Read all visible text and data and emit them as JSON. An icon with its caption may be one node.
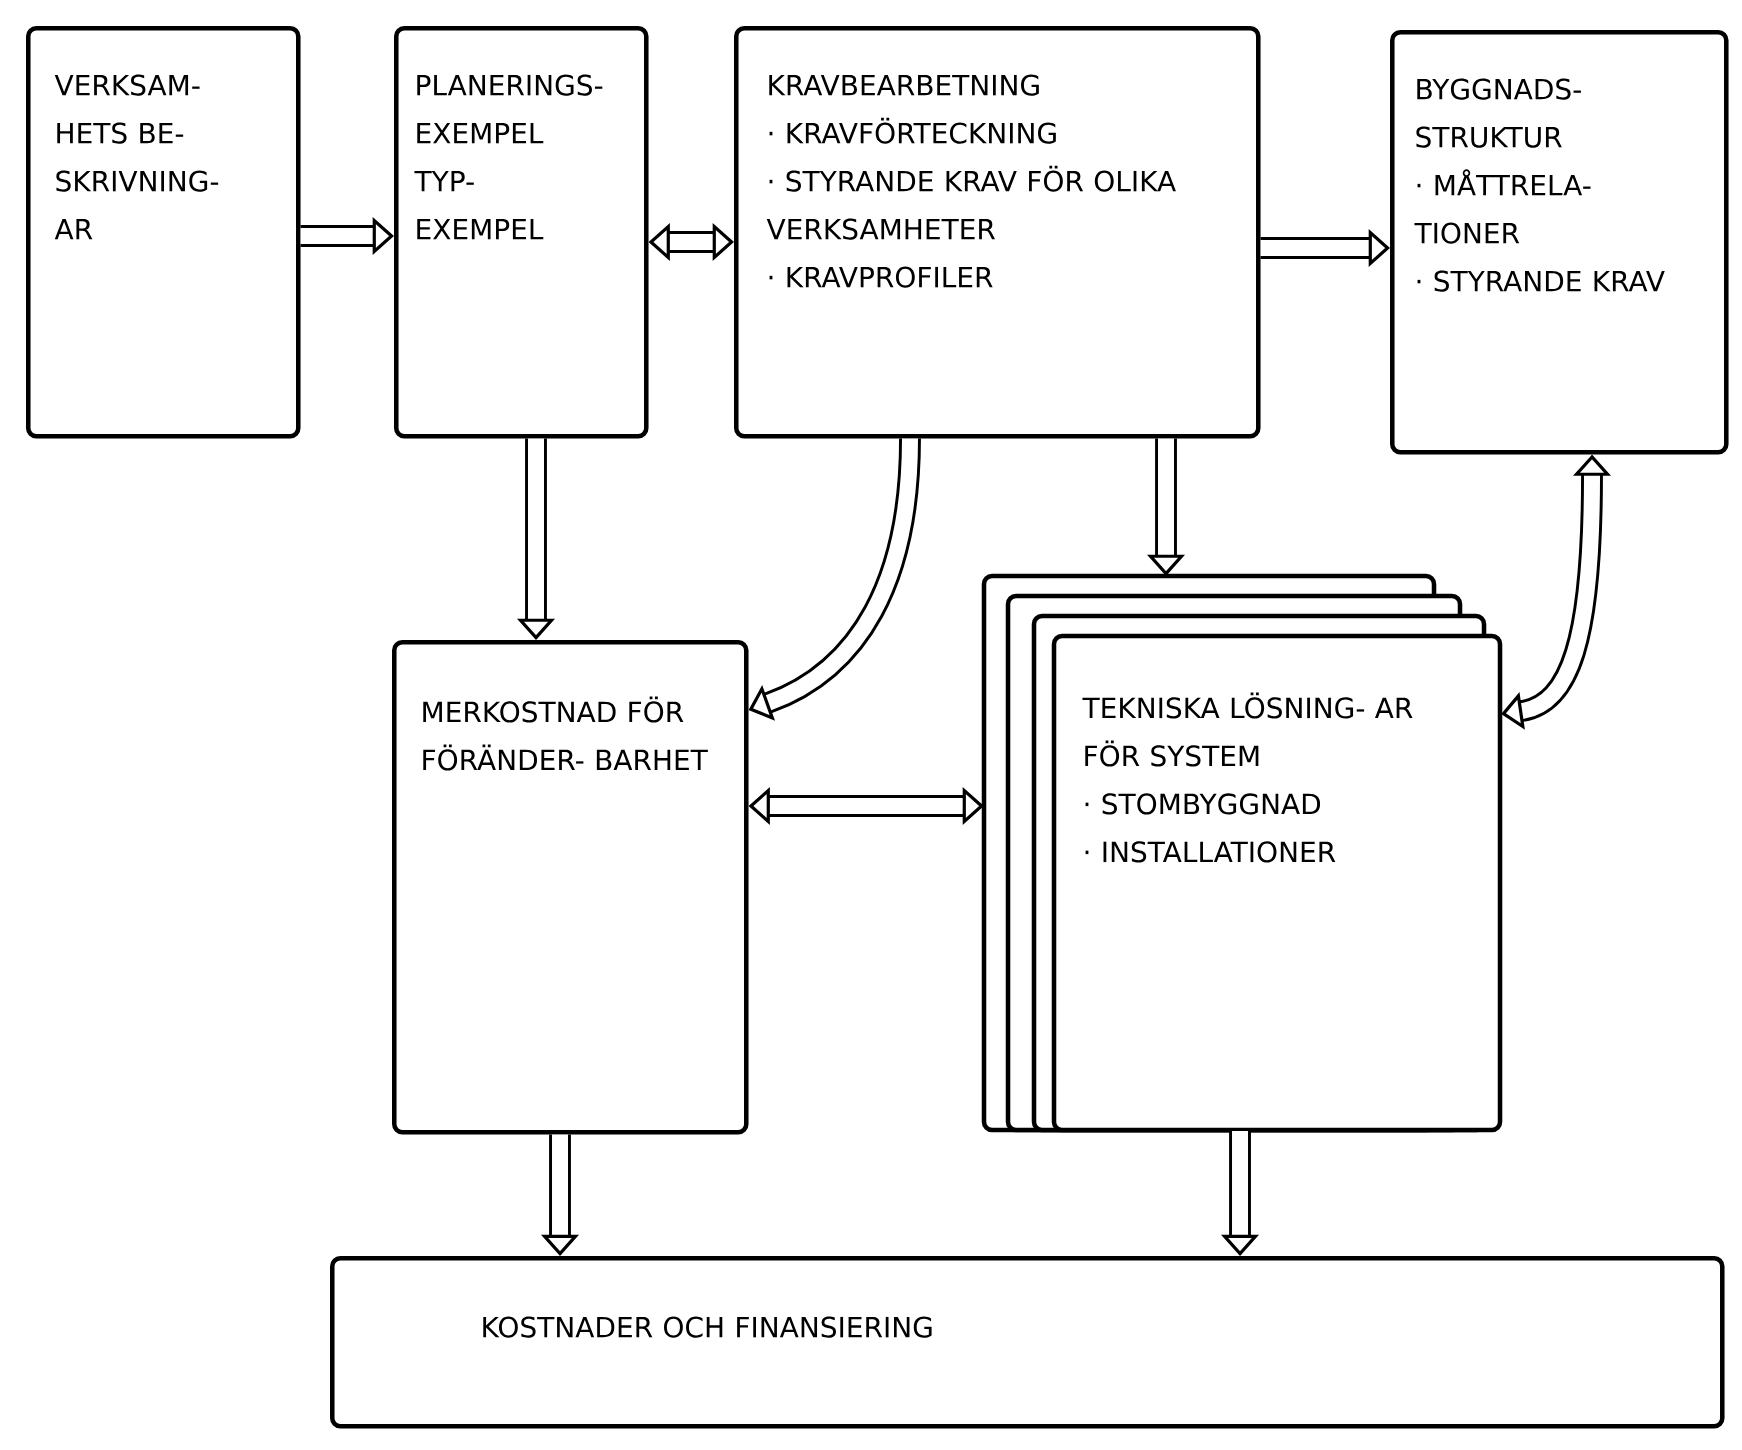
{
  "diagram": {
    "nodes": [
      {
        "text": [
          "VERKSAM- HETS BE- SKRIVNING- AR"
        ]
      },
      {
        "text": [
          "PLANERINGS- EXEMPEL TYP- EXEMPEL"
        ]
      },
      {
        "text": [
          "KRAVBEARBETNING",
          "· KRAVFÖRTECKNING",
          "· STYRANDE KRAV FÖR OLIKA VERKSAMHETER",
          "· KRAVPROFILER"
        ]
      },
      {
        "text": [
          "BYGGNADS- STRUKTUR",
          "· MÅTTRELA- TIONER",
          "· STYRANDE KRAV"
        ]
      },
      {
        "text": [
          "MERKOSTNAD FÖR FÖRÄNDER- BARHET"
        ]
      },
      {
        "text": [
          "TEKNISKA LÖSNING- AR FÖR SYSTEM",
          "· STOMBYGGNAD",
          "· INSTALLATIONER"
        ]
      },
      {
        "text": [
          "KOSTNADER OCH FINANSIERING"
        ]
      }
    ],
    "edges": [
      {
        "from": 0,
        "to": 1,
        "arrow": "to"
      },
      {
        "from": 1,
        "to": 2,
        "arrow": "both"
      },
      {
        "from": 2,
        "to": 3,
        "arrow": "to"
      },
      {
        "from": 1,
        "to": 4,
        "arrow": "to"
      },
      {
        "from": 2,
        "to": 4,
        "arrow": "to"
      },
      {
        "from": 2,
        "to": 5,
        "arrow": "to"
      },
      {
        "from": 3,
        "to": 5,
        "arrow": "both"
      },
      {
        "from": 4,
        "to": 5,
        "arrow": "both"
      },
      {
        "from": 4,
        "to": 6,
        "arrow": "to"
      },
      {
        "from": 5,
        "to": 6,
        "arrow": "to"
      }
    ]
  }
}
